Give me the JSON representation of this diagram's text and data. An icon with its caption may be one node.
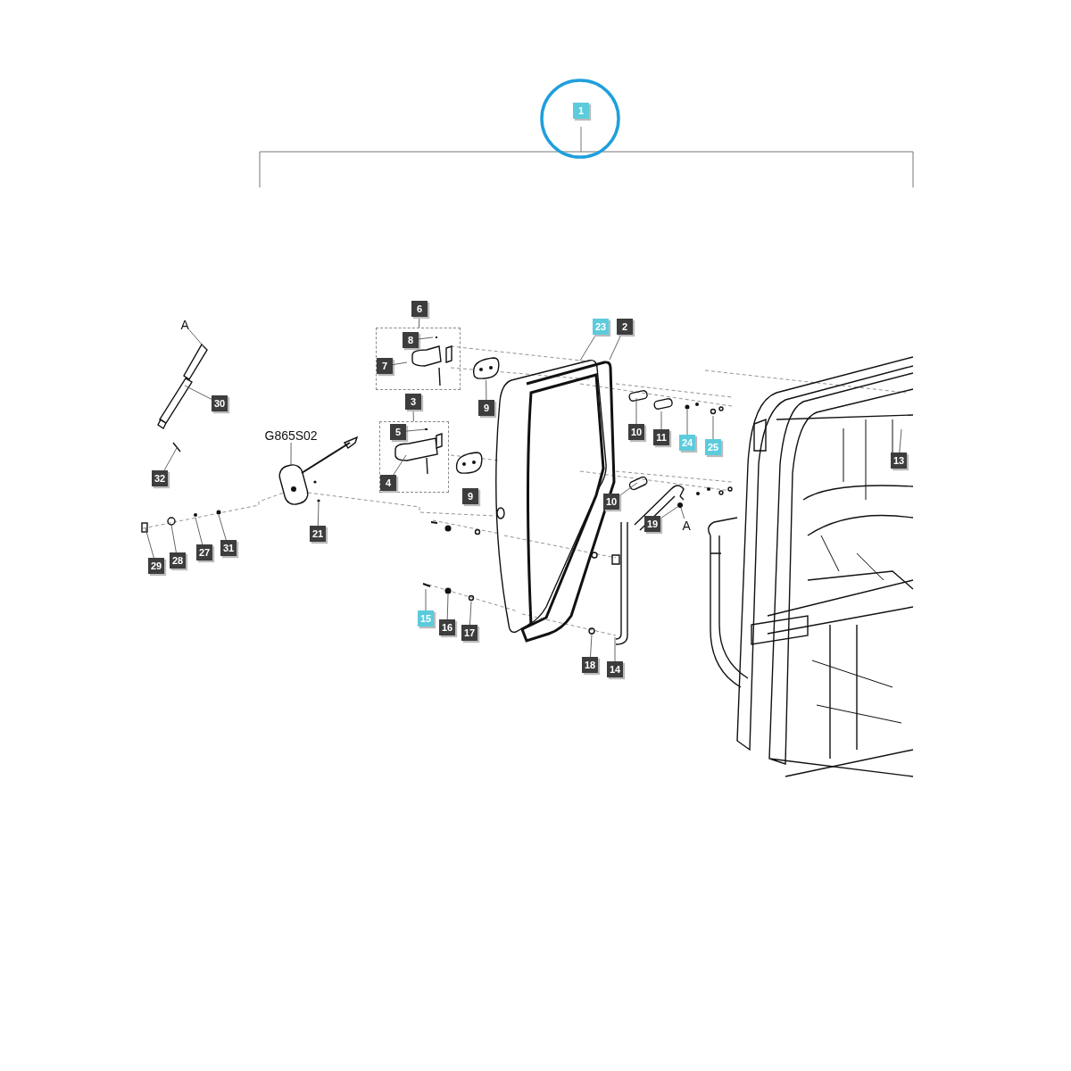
{
  "diagram": {
    "nodes": [
      {
        "text": [
          "1"
        ]
      },
      {
        "text": [
          "A"
        ]
      },
      {
        "text": [
          "6"
        ]
      },
      {
        "text": [],
        "shape": "box"
      },
      {
        "text": [
          "8"
        ],
        "in": 3
      },
      {
        "text": [
          "7"
        ],
        "in": 3
      },
      {
        "text": [
          "23"
        ]
      },
      {
        "text": [
          "2"
        ]
      },
      {
        "text": [
          "30"
        ]
      },
      {
        "text": [
          "9"
        ]
      },
      {
        "text": [],
        "shape": "picture"
      },
      {
        "text": [
          "3"
        ]
      },
      {
        "text": [],
        "shape": "box"
      },
      {
        "text": [
          "5"
        ],
        "in": 12
      },
      {
        "text": [
          "4"
        ],
        "in": 12
      },
      {
        "text": [
          "9"
        ]
      },
      {
        "text": [],
        "shape": "picture"
      },
      {
        "text": [
          "G865S02"
        ]
      },
      {
        "text": [
          "10"
        ]
      },
      {
        "text": [
          "11"
        ]
      },
      {
        "text": [
          "24"
        ]
      },
      {
        "text": [
          "25"
        ]
      },
      {
        "text": [
          "13"
        ]
      },
      {
        "text": [
          "32"
        ]
      },
      {
        "text": [
          "10"
        ]
      },
      {
        "text": [
          "19"
        ]
      },
      {
        "text": [],
        "shape": "circle"
      },
      {
        "text": [
          "A"
        ]
      },
      {
        "text": [
          "21"
        ]
      },
      {
        "text": [
          "29"
        ]
      },
      {
        "text": [
          "28"
        ]
      },
      {
        "text": [
          "27"
        ]
      },
      {
        "text": [
          "31"
        ]
      },
      {
        "text": [
          "15"
        ]
      },
      {
        "text": [
          "16"
        ]
      },
      {
        "text": [
          "17"
        ]
      },
      {
        "text": [
          "18"
        ]
      },
      {
        "text": [
          "14"
        ]
      }
    ],
    "edges": [
      {
        "from": 1,
        "to": null,
        "arrow": "none"
      },
      {
        "from": 2,
        "to": 3,
        "arrow": "none"
      },
      {
        "from": 4,
        "to": null,
        "arrow": "none"
      },
      {
        "from": 5,
        "to": null,
        "arrow": "none"
      },
      {
        "from": 6,
        "to": null,
        "arrow": "none"
      },
      {
        "from": 7,
        "to": null,
        "arrow": "none"
      },
      {
        "from": 8,
        "to": null,
        "arrow": "none"
      },
      {
        "from": 9,
        "to": 10,
        "arrow": "none"
      },
      {
        "from": 11,
        "to": 12,
        "arrow": "none"
      },
      {
        "from": 13,
        "to": null,
        "arrow": "none"
      },
      {
        "from": 14,
        "to": null,
        "arrow": "none"
      },
      {
        "from": 17,
        "to": null,
        "arrow": "none"
      },
      {
        "from": 18,
        "to": null,
        "arrow": "none"
      },
      {
        "from": 19,
        "to": null,
        "arrow": "none"
      },
      {
        "from": 20,
        "to": null,
        "arrow": "none"
      },
      {
        "from": 21,
        "to": null,
        "arrow": "none"
      },
      {
        "from": 22,
        "to": null,
        "arrow": "none"
      },
      {
        "from": 23,
        "to": null,
        "arrow": "none"
      },
      {
        "from": 24,
        "to": null,
        "arrow": "none"
      },
      {
        "from": 25,
        "to": 26,
        "arrow": "none"
      },
      {
        "from": 27,
        "to": 26,
        "arrow": "none"
      },
      {
        "from": 28,
        "to": null,
        "arrow": "none"
      },
      {
        "from": 29,
        "to": null,
        "arrow": "none"
      },
      {
        "from": 30,
        "to": null,
        "arrow": "none"
      },
      {
        "from": 31,
        "to": null,
        "arrow": "none"
      },
      {
        "from": 32,
        "to": null,
        "arrow": "none"
      },
      {
        "from": 33,
        "to": null,
        "arrow": "none"
      },
      {
        "from": 34,
        "to": null,
        "arrow": "none"
      },
      {
        "from": 35,
        "to": null,
        "arrow": "none"
      },
      {
        "from": 36,
        "to": null,
        "arrow": "none"
      },
      {
        "from": 37,
        "to": null,
        "arrow": "none"
      }
    ]
  }
}
